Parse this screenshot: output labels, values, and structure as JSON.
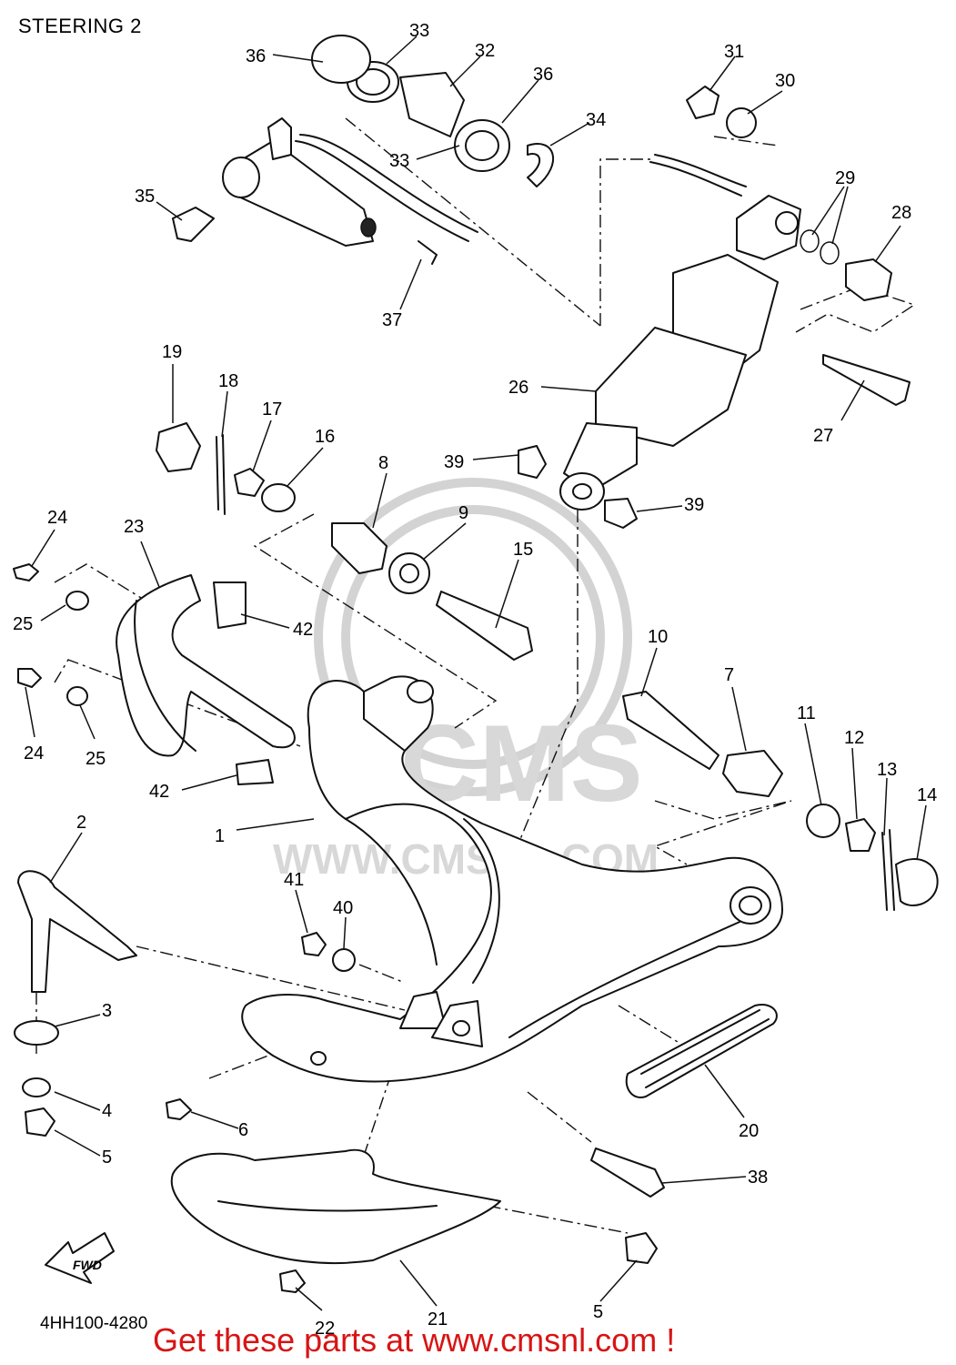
{
  "header": {
    "title": "STEERING 2"
  },
  "footer": {
    "diagram_code": "4HH100-4280",
    "promo_text": "Get these parts at www.cmsnl.com !"
  },
  "watermark": {
    "brand": "CMS",
    "url": "WWW.CMSNL.COM"
  },
  "direction_marker": {
    "label": "FWD"
  },
  "parts": [
    {
      "no": "1"
    },
    {
      "no": "2"
    },
    {
      "no": "3"
    },
    {
      "no": "4"
    },
    {
      "no": "5"
    },
    {
      "no": "5"
    },
    {
      "no": "6"
    },
    {
      "no": "7"
    },
    {
      "no": "8"
    },
    {
      "no": "9"
    },
    {
      "no": "10"
    },
    {
      "no": "11"
    },
    {
      "no": "12"
    },
    {
      "no": "13"
    },
    {
      "no": "14"
    },
    {
      "no": "15"
    },
    {
      "no": "16"
    },
    {
      "no": "17"
    },
    {
      "no": "18"
    },
    {
      "no": "19"
    },
    {
      "no": "20"
    },
    {
      "no": "21"
    },
    {
      "no": "22"
    },
    {
      "no": "23"
    },
    {
      "no": "24"
    },
    {
      "no": "24"
    },
    {
      "no": "25"
    },
    {
      "no": "25"
    },
    {
      "no": "26"
    },
    {
      "no": "27"
    },
    {
      "no": "28"
    },
    {
      "no": "29"
    },
    {
      "no": "30"
    },
    {
      "no": "31"
    },
    {
      "no": "32"
    },
    {
      "no": "33"
    },
    {
      "no": "33"
    },
    {
      "no": "34"
    },
    {
      "no": "35"
    },
    {
      "no": "36"
    },
    {
      "no": "36"
    },
    {
      "no": "37"
    },
    {
      "no": "38"
    },
    {
      "no": "39"
    },
    {
      "no": "39"
    },
    {
      "no": "40"
    },
    {
      "no": "41"
    },
    {
      "no": "42"
    },
    {
      "no": "42"
    }
  ]
}
